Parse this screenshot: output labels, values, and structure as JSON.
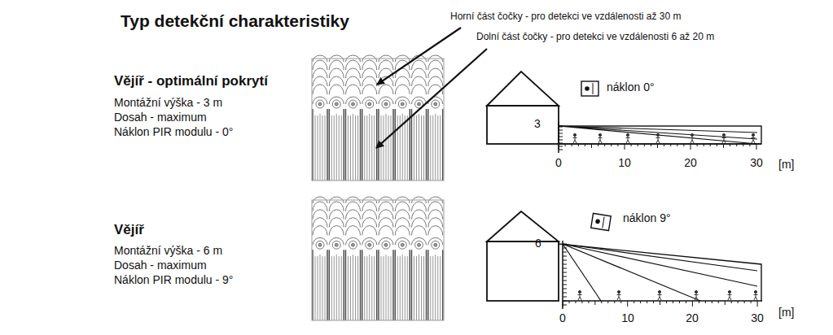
{
  "diagram": {
    "title": "Typ detekční charakteristiky",
    "labels": [
      "Horní část čočky - pro detekci ve vzdálenosti až 30 m",
      "Dolní část čočky - pro detekci ve vzdálenosti 6 až 20 m",
      "Vějíř - optimální pokrytí",
      "Montážní výška - 3 m",
      "Dosah - maximum",
      "Náklon PIR modulu - 0°",
      "náklon 0°",
      "3",
      "0",
      "10",
      "20",
      "30",
      "[m]",
      "Vějíř",
      "Montážní výška - 6 m",
      "Dosah - maximum",
      "Náklon PIR modulu - 9°",
      "náklon 9°",
      "6",
      "0",
      "10",
      "20",
      "30",
      "[m]"
    ]
  }
}
